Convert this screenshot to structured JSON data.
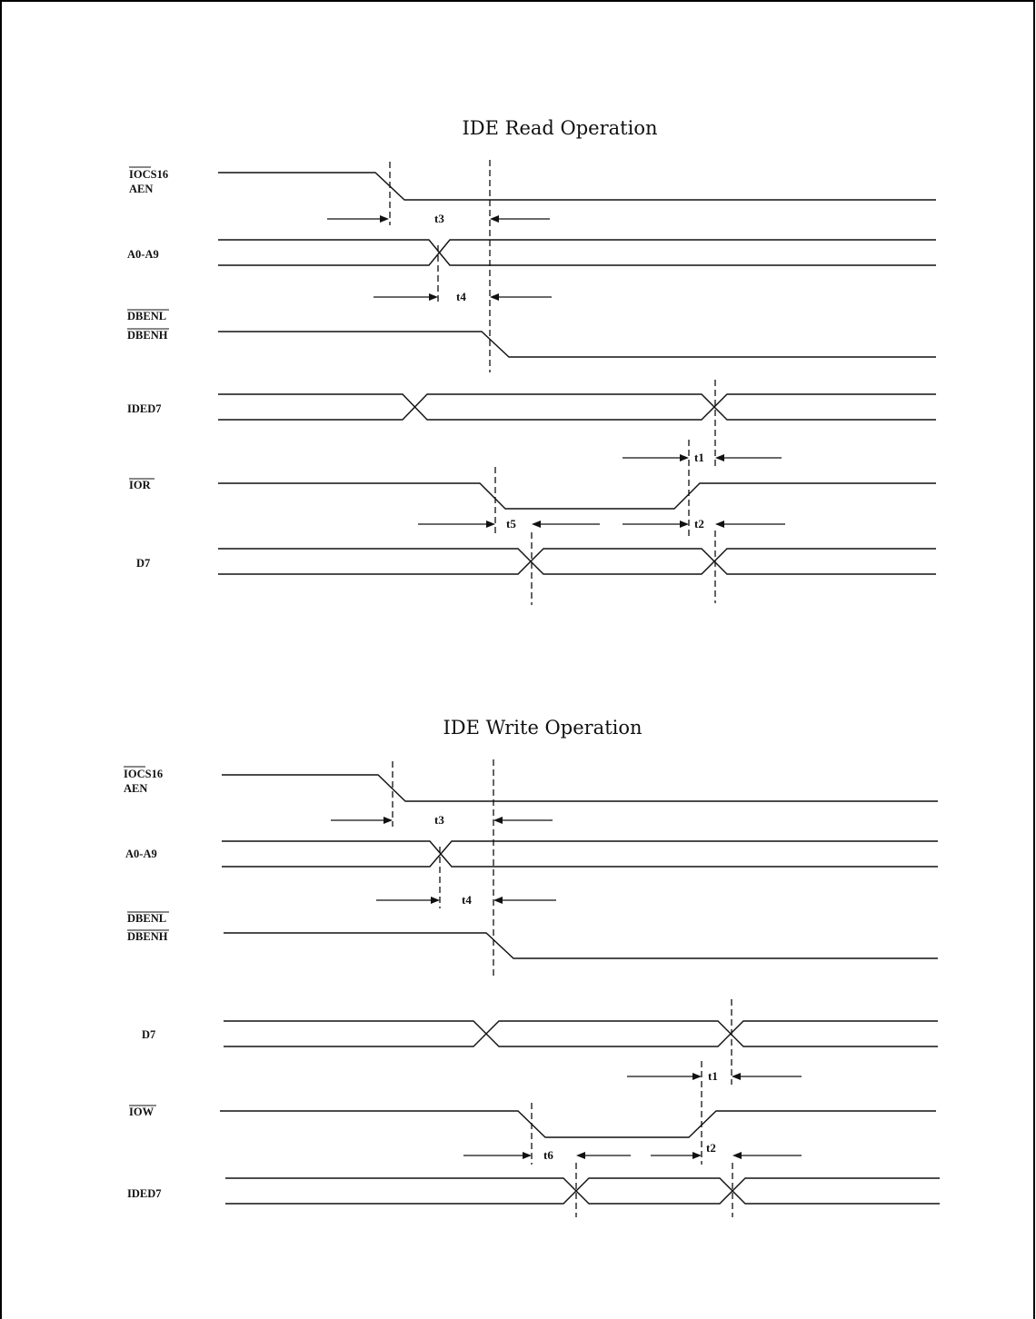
{
  "read": {
    "title": "IDE Read Operation",
    "signals": {
      "iocs16": "IOCS16",
      "aen": "AEN",
      "addr": "A0-A9",
      "dbenl": "DBENL",
      "dbenh": "DBENH",
      "ided7": "IDED7",
      "strobe": "IOR",
      "d7": "D7"
    },
    "timings": {
      "t3": "t3",
      "t4": "t4",
      "t1": "t1",
      "t5": "t5",
      "t2": "t2"
    }
  },
  "write": {
    "title": "IDE Write Operation",
    "signals": {
      "iocs16": "IOCS16",
      "aen": "AEN",
      "addr": "A0-A9",
      "dbenl": "DBENL",
      "dbenh": "DBENH",
      "d7": "D7",
      "strobe": "IOW",
      "ided7": "IDED7"
    },
    "timings": {
      "t3": "t3",
      "t4": "t4",
      "t1": "t1",
      "t6": "t6",
      "t2": "t2"
    }
  }
}
